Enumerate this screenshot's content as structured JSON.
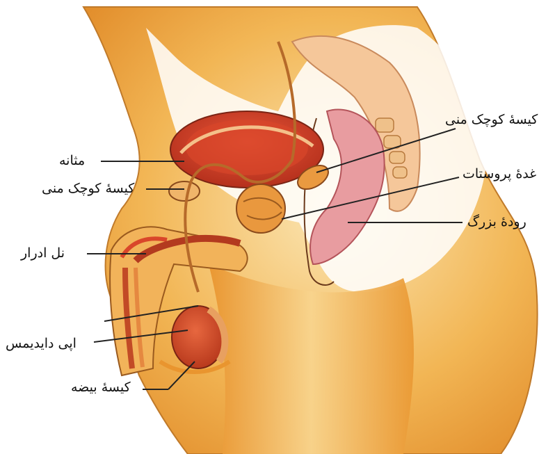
{
  "labels": {
    "bladder": "مثانه",
    "seminal_vesicle_left": "کیسهٔ کوچک منی",
    "urethra": "نل ادرار",
    "epididymis": "اپی دایدیمس",
    "scrotum": "کیسهٔ بیضه",
    "seminal_vesicle_right": "کیسهٔ کوچک منی",
    "prostate": "غدهٔ پروستات",
    "large_intestine": "رودهٔ بزرگ"
  },
  "colors": {
    "skin_light": "#f7d79a",
    "skin_dark": "#e9a03a",
    "tissue_red": "#d9462a",
    "tissue_dark": "#a9271a",
    "rectum_pink": "#e89ca0",
    "outline": "#8a4a1c",
    "leader": "#222222"
  }
}
